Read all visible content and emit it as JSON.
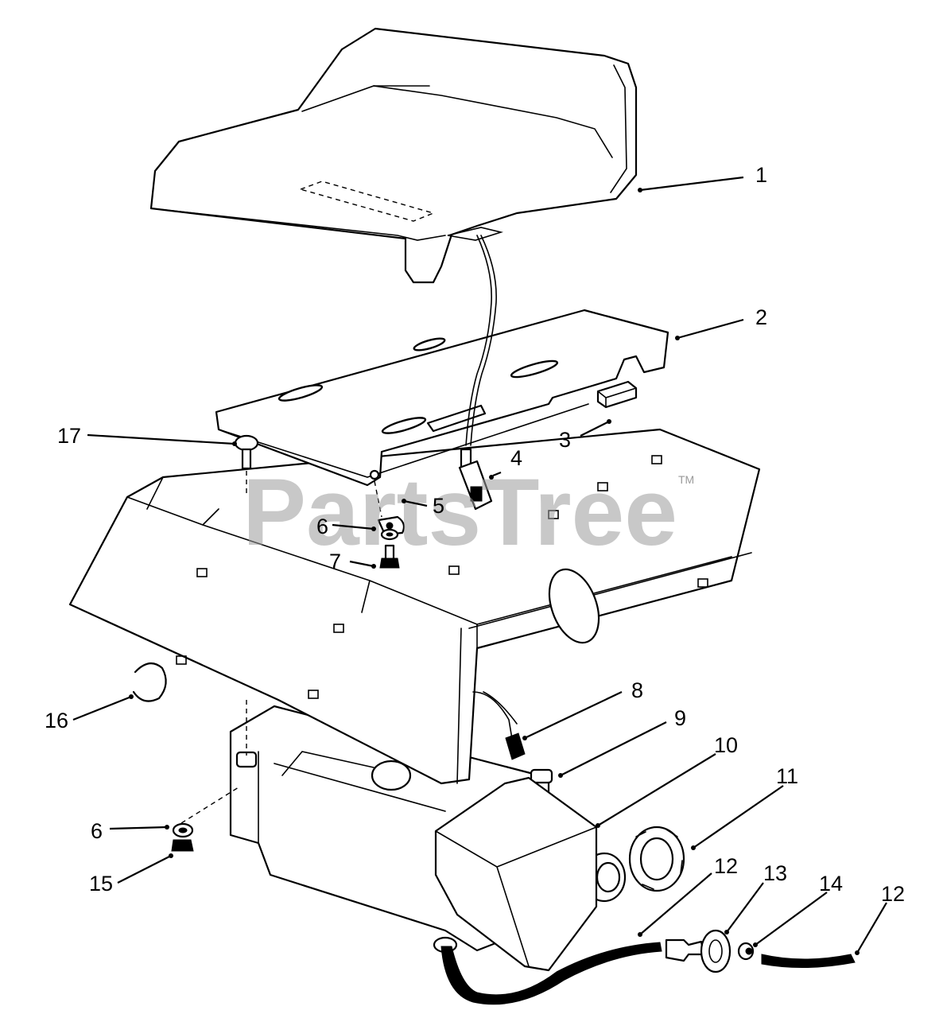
{
  "watermark": {
    "text": "PartsTree",
    "trademark": "TM"
  },
  "callouts": [
    {
      "id": "c1",
      "label": "1"
    },
    {
      "id": "c2",
      "label": "2"
    },
    {
      "id": "c3",
      "label": "3"
    },
    {
      "id": "c4",
      "label": "4"
    },
    {
      "id": "c5",
      "label": "5"
    },
    {
      "id": "c6a",
      "label": "6"
    },
    {
      "id": "c7",
      "label": "7"
    },
    {
      "id": "c8",
      "label": "8"
    },
    {
      "id": "c9",
      "label": "9"
    },
    {
      "id": "c10",
      "label": "10"
    },
    {
      "id": "c11",
      "label": "11"
    },
    {
      "id": "c12a",
      "label": "12"
    },
    {
      "id": "c13",
      "label": "13"
    },
    {
      "id": "c14",
      "label": "14"
    },
    {
      "id": "c12b",
      "label": "12"
    },
    {
      "id": "c6b",
      "label": "6"
    },
    {
      "id": "c15",
      "label": "15"
    },
    {
      "id": "c16",
      "label": "16"
    },
    {
      "id": "c17",
      "label": "17"
    }
  ]
}
